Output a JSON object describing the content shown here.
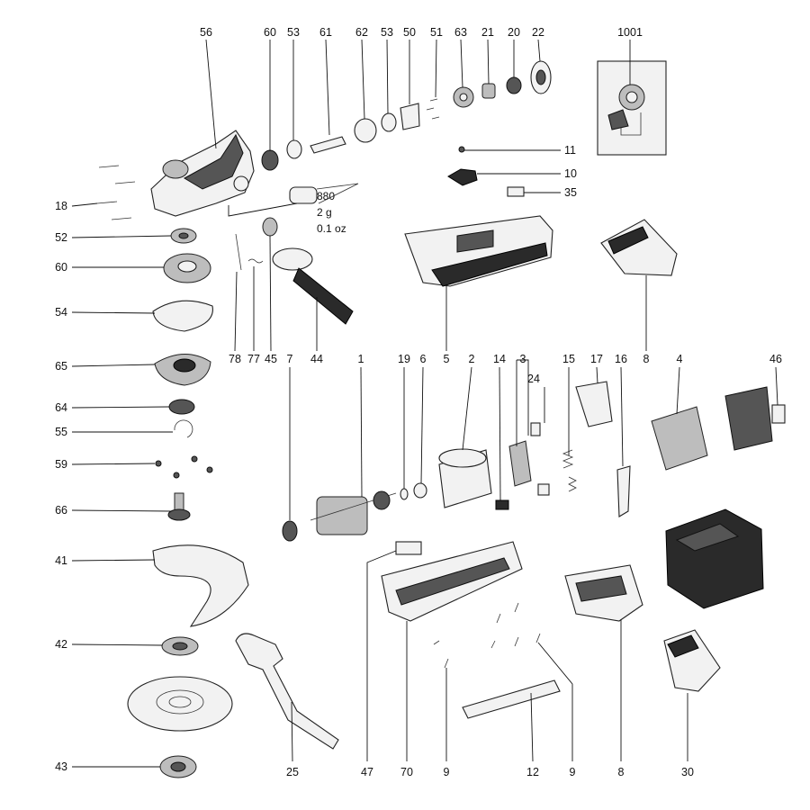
{
  "callouts": [
    {
      "id": "c56",
      "text": "56"
    },
    {
      "id": "c60a",
      "text": "60"
    },
    {
      "id": "c53a",
      "text": "53"
    },
    {
      "id": "c61",
      "text": "61"
    },
    {
      "id": "c62",
      "text": "62"
    },
    {
      "id": "c53b",
      "text": "53"
    },
    {
      "id": "c50",
      "text": "50"
    },
    {
      "id": "c51",
      "text": "51"
    },
    {
      "id": "c63",
      "text": "63"
    },
    {
      "id": "c21",
      "text": "21"
    },
    {
      "id": "c20",
      "text": "20"
    },
    {
      "id": "c22",
      "text": "22"
    },
    {
      "id": "c1001",
      "text": "1001"
    },
    {
      "id": "c11",
      "text": "11"
    },
    {
      "id": "c10",
      "text": "10"
    },
    {
      "id": "c35",
      "text": "35"
    },
    {
      "id": "c18",
      "text": "18"
    },
    {
      "id": "c52",
      "text": "52"
    },
    {
      "id": "c60b",
      "text": "60"
    },
    {
      "id": "c54",
      "text": "54"
    },
    {
      "id": "c65",
      "text": "65"
    },
    {
      "id": "c64",
      "text": "64"
    },
    {
      "id": "c55",
      "text": "55"
    },
    {
      "id": "c59",
      "text": "59"
    },
    {
      "id": "c66",
      "text": "66"
    },
    {
      "id": "c41",
      "text": "41"
    },
    {
      "id": "c42",
      "text": "42"
    },
    {
      "id": "c43",
      "text": "43"
    },
    {
      "id": "c78",
      "text": "78"
    },
    {
      "id": "c77",
      "text": "77"
    },
    {
      "id": "c45",
      "text": "45"
    },
    {
      "id": "c44",
      "text": "44"
    },
    {
      "id": "c7",
      "text": "7"
    },
    {
      "id": "c1",
      "text": "1"
    },
    {
      "id": "c19",
      "text": "19"
    },
    {
      "id": "c6",
      "text": "6"
    },
    {
      "id": "c5",
      "text": "5"
    },
    {
      "id": "c2",
      "text": "2"
    },
    {
      "id": "c14",
      "text": "14"
    },
    {
      "id": "c3",
      "text": "3"
    },
    {
      "id": "c24",
      "text": "24"
    },
    {
      "id": "c15",
      "text": "15"
    },
    {
      "id": "c17",
      "text": "17"
    },
    {
      "id": "c16",
      "text": "16"
    },
    {
      "id": "c8a",
      "text": "8"
    },
    {
      "id": "c4",
      "text": "4"
    },
    {
      "id": "c46",
      "text": "46"
    },
    {
      "id": "c25",
      "text": "25"
    },
    {
      "id": "c47",
      "text": "47"
    },
    {
      "id": "c70",
      "text": "70"
    },
    {
      "id": "c9a",
      "text": "9"
    },
    {
      "id": "c12",
      "text": "12"
    },
    {
      "id": "c9b",
      "text": "9"
    },
    {
      "id": "c8b",
      "text": "8"
    },
    {
      "id": "c30",
      "text": "30"
    }
  ],
  "grease_note": {
    "number": "880",
    "weight_g": "2 g",
    "weight_oz": "0.1 oz"
  }
}
